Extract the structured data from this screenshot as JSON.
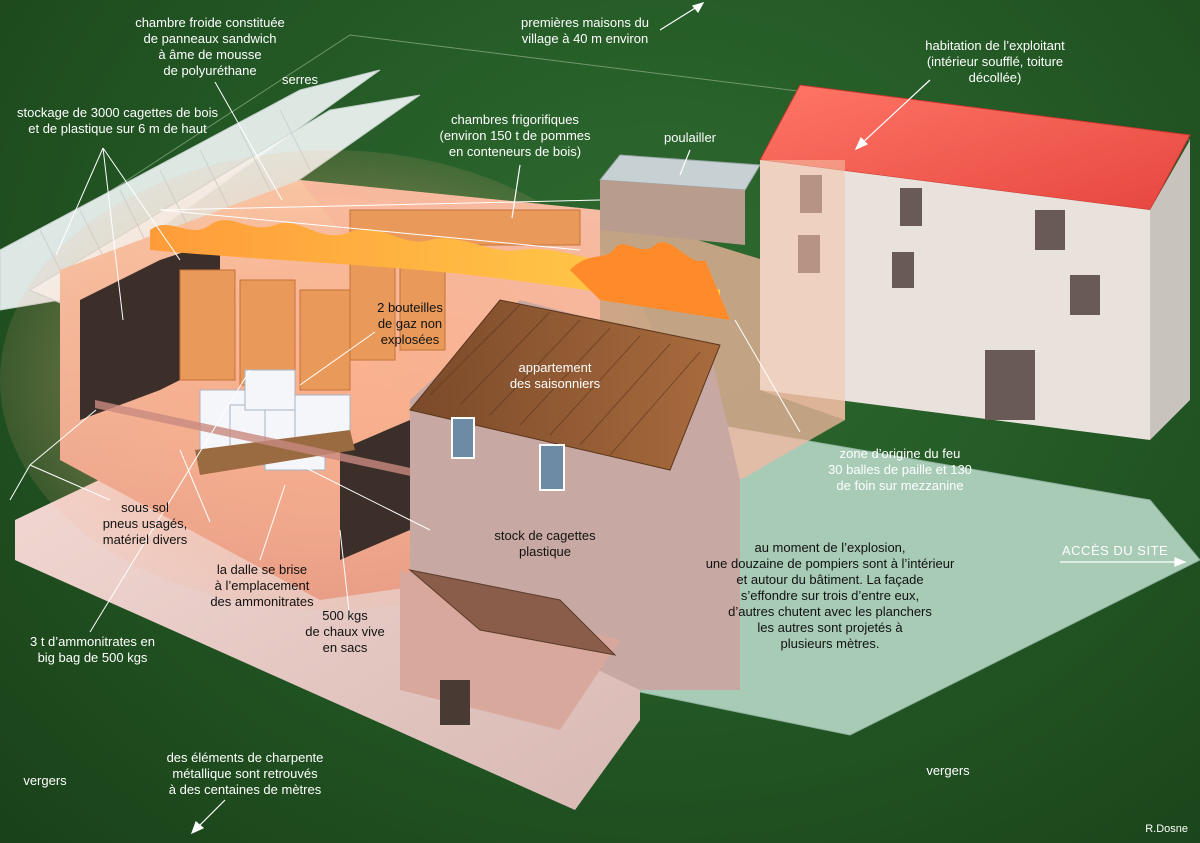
{
  "diagram": {
    "credit": "R.Dosne",
    "labels": {
      "cold_room": "chambre froide constituée\nde panneaux sandwich\nà âme de mousse\nde polyuréthane",
      "village": "premières maisons du\nvillage à 40 m environ",
      "farmer_house": "habitation de l’exploitant\n(intérieur soufflé, toiture\ndécollée)",
      "greenhouses": "serres",
      "crate_storage": "stockage de 3000 cagettes de bois\net de plastique sur 6 m de haut",
      "cold_chambers": "chambres frigorifiques\n(environ 150 t de pommes\nen conteneurs de bois)",
      "henhouse": "poulailler",
      "gas_bottles": "2 bouteilles\nde gaz non\nexplosées",
      "seasonal_apartment": "appartement\ndes saisonniers",
      "fire_origin": "zone d’origine du feu\n30 balles de paille et 130\nde foin sur mezzanine",
      "basement": "sous sol\npneus usagés,\nmatériel divers",
      "slab_breaks": "la dalle se brise\nà l’emplacement\ndes ammonitrates",
      "plastic_crates": "stock de cagettes\nplastique",
      "explosion_moment": "au moment de l’explosion,\nune douzaine de pompiers sont à l’intérieur\net autour du bâtiment. La façade\ns’effondre sur trois d’entre eux,\nd’autres chutent avec les planchers\nles autres sont projetés à\nplusieurs mètres.",
      "site_access": "ACCÈS DU SITE",
      "ammonitrates": "3 t d’ammonitrates en\nbig bag de 500 kgs",
      "quicklime": "500 kgs\nde chaux vive\nen sacs",
      "steel_frame": "des éléments de charpente\nmétallique sont retrouvés\nà des centaines de mètres",
      "orchards_left": "vergers",
      "orchards_right": "vergers"
    }
  }
}
